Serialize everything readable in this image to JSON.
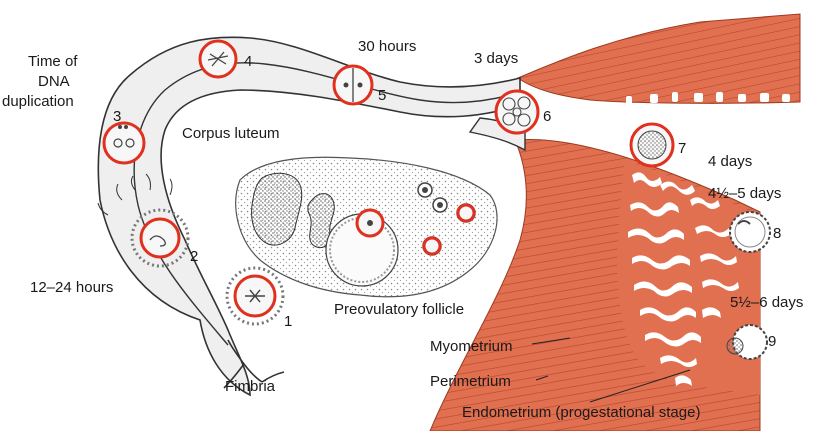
{
  "labels": {
    "time_of": "Time of",
    "dna": "DNA",
    "duplication": "duplication",
    "hours_30": "30 hours",
    "days_3": "3 days",
    "corpus_luteum": "Corpus luteum",
    "days_4": "4 days",
    "days_4_5": "4½–5 days",
    "hours_12_24": "12–24 hours",
    "preovulatory": "Preovulatory follicle",
    "days_5_6": "5½–6 days",
    "myometrium": "Myometrium",
    "perimetrium": "Perimetrium",
    "fimbria": "Fimbria",
    "endometrium": "Endometrium (progestational stage)"
  },
  "stages": [
    "1",
    "2",
    "3",
    "4",
    "5",
    "6",
    "7",
    "8",
    "9"
  ],
  "colors": {
    "uterus": "#e07050",
    "uterus_dark": "#b8452a",
    "tube": "#efefef",
    "stipple": "#8a8a8a",
    "ring": "#e0301e",
    "ink": "#1a1a1a"
  }
}
